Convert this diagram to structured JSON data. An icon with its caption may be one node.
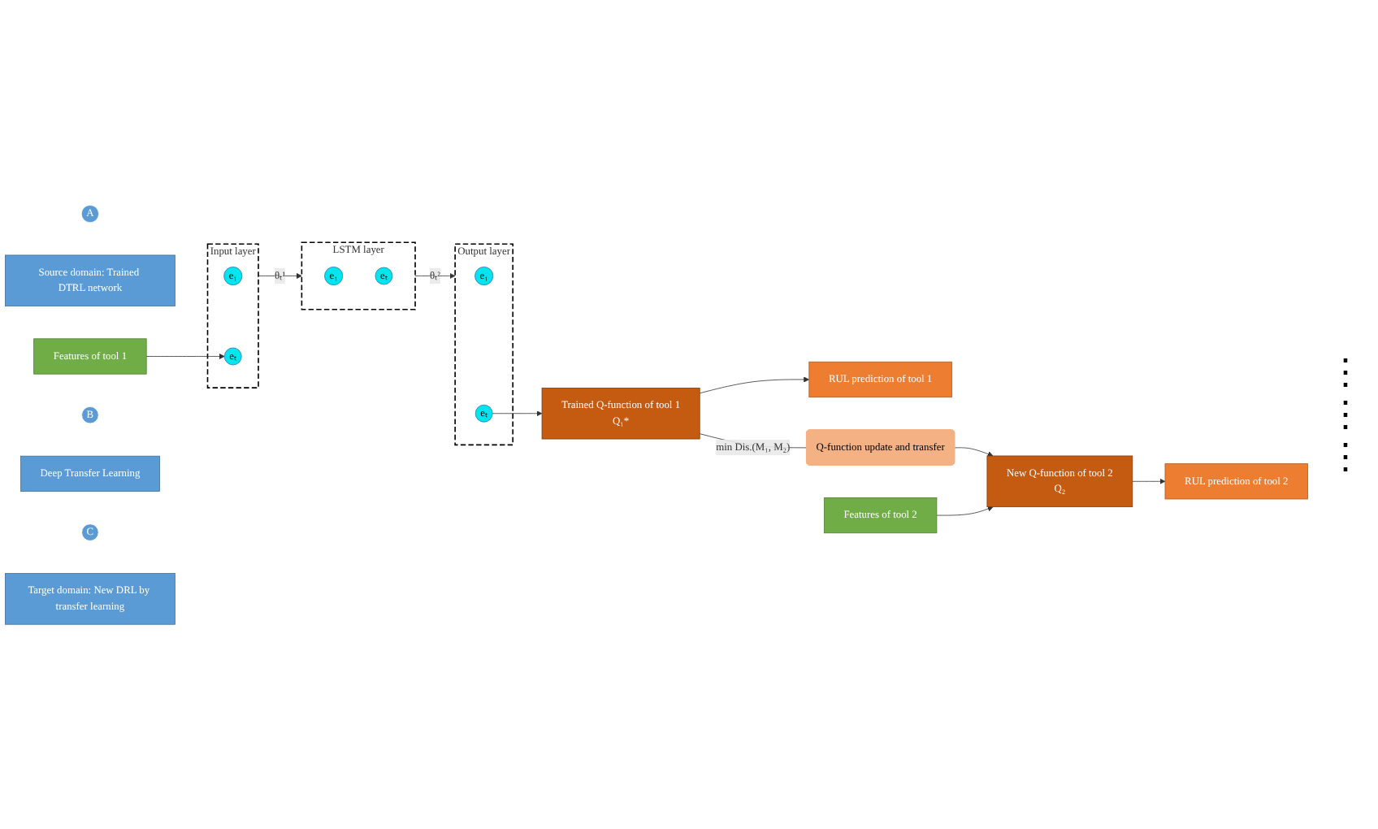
{
  "diagram": {
    "nodes": [
      {
        "text": [
          "A"
        ]
      },
      {
        "text": [
          "Source domain: Trained DTRL network"
        ]
      },
      {
        "text": [
          "Features of tool 1"
        ]
      },
      {
        "text": [
          "Input layer"
        ]
      },
      {
        "text": [
          "e₁"
        ],
        "in": 3
      },
      {
        "text": [
          "eₜ"
        ],
        "in": 3
      },
      {
        "text": [
          "LSTM layer"
        ]
      },
      {
        "text": [
          "e₁"
        ],
        "in": 6
      },
      {
        "text": [
          "eₜ"
        ],
        "in": 6
      },
      {
        "text": [
          "Output layer"
        ]
      },
      {
        "text": [
          "e₁"
        ],
        "in": 9
      },
      {
        "text": [
          "eₜ"
        ],
        "in": 9
      },
      {
        "text": [
          "RUL prediction of tool 1"
        ]
      },
      {
        "text": [
          "Trained Q-function of tool 1",
          "Q₁*"
        ]
      },
      {
        "text": [
          "B"
        ]
      },
      {
        "text": [
          "Deep Transfer Learning"
        ]
      },
      {
        "text": [
          "Q-function update and transfer"
        ]
      },
      {
        "text": [
          "Features of tool 2"
        ]
      },
      {
        "text": [
          "New Q-function of tool 2",
          "Q₂"
        ]
      },
      {
        "text": [
          "C"
        ]
      },
      {
        "text": [
          "Target domain: New DRL by transfer learning"
        ]
      },
      {
        "text": [
          "RUL prediction of tool 2"
        ]
      }
    ],
    "edges": [
      {
        "from": 2,
        "to": 5,
        "arrow": "to"
      },
      {
        "from": 3,
        "to": 6,
        "arrow": "to",
        "label": "θₜ¹"
      },
      {
        "from": 6,
        "to": 9,
        "arrow": "to",
        "label": "θₜ²"
      },
      {
        "from": 11,
        "to": 13,
        "arrow": "to"
      },
      {
        "from": 13,
        "to": 12,
        "arrow": "to"
      },
      {
        "from": 13,
        "to": 16,
        "arrow": "none",
        "label": "min Dis.(M₁, M₂)"
      },
      {
        "from": 16,
        "to": 18,
        "arrow": "to"
      },
      {
        "from": 17,
        "to": 18,
        "arrow": "to"
      },
      {
        "from": 18,
        "to": 21,
        "arrow": "to"
      }
    ],
    "labels": [
      "⋮",
      "⋮",
      "⋮"
    ]
  }
}
